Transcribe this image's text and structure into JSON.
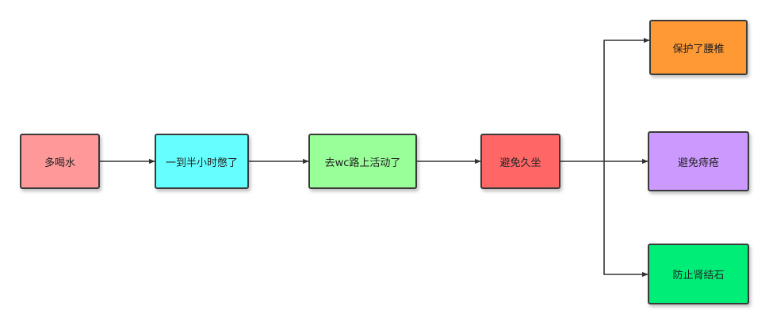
{
  "diagram": {
    "nodes": [
      {
        "id": "n1",
        "label": "多喝水",
        "color": "#ff9999"
      },
      {
        "id": "n2",
        "label": "一到半小时憋了",
        "color": "#66ffff"
      },
      {
        "id": "n3",
        "label": "去wc路上活动了",
        "color": "#99ff99"
      },
      {
        "id": "n4",
        "label": "避免久坐",
        "color": "#ff6666"
      },
      {
        "id": "n5",
        "label": "保护了腰椎",
        "color": "#ff9933"
      },
      {
        "id": "n6",
        "label": "避免痔疮",
        "color": "#cc99ff"
      },
      {
        "id": "n7",
        "label": "防止肾结石",
        "color": "#00ee77"
      }
    ],
    "edges": [
      {
        "from": "n1",
        "to": "n2"
      },
      {
        "from": "n2",
        "to": "n3"
      },
      {
        "from": "n3",
        "to": "n4"
      },
      {
        "from": "n4",
        "to": "n5"
      },
      {
        "from": "n4",
        "to": "n6"
      },
      {
        "from": "n4",
        "to": "n7"
      }
    ],
    "edge_color": "#333333"
  }
}
